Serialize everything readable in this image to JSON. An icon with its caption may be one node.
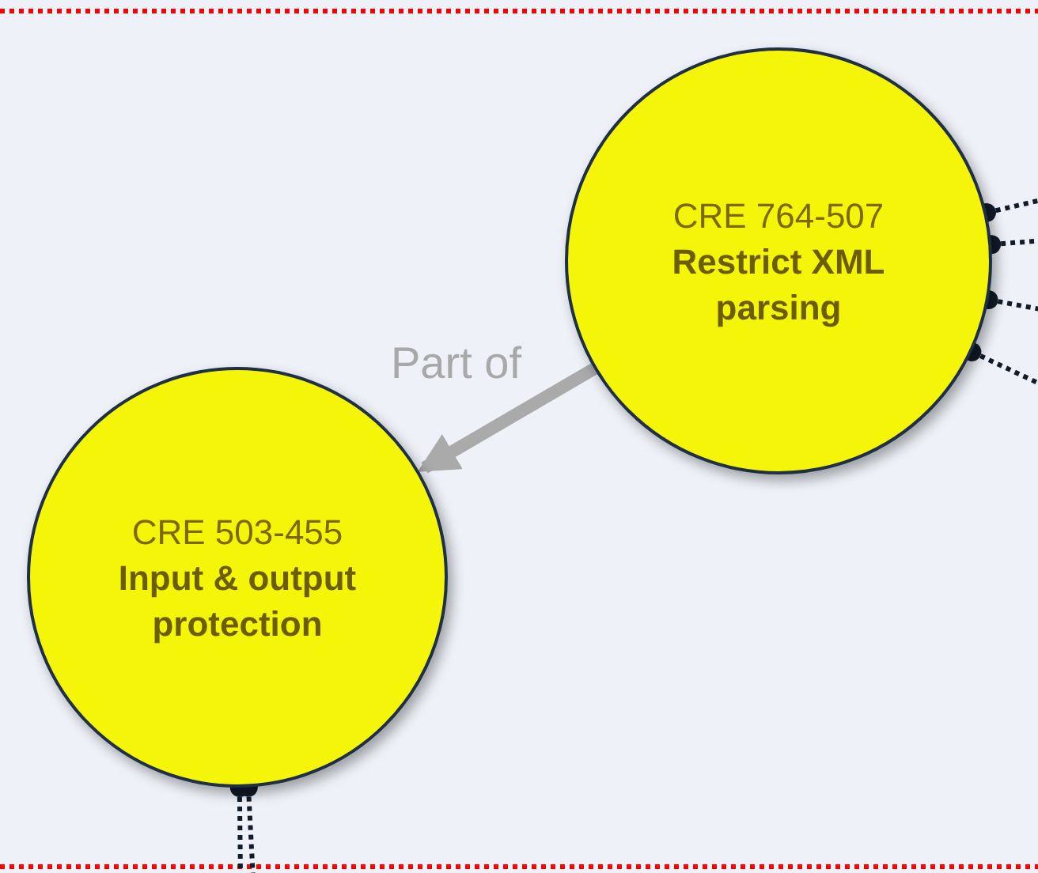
{
  "diagram": {
    "nodes": [
      {
        "text": [
          "CRE 764-507",
          "Restrict XML parsing"
        ]
      },
      {
        "text": [
          "CRE 503-455",
          "Input & output protection"
        ]
      }
    ],
    "edges": [
      {
        "from": 0,
        "to": 1,
        "arrow": "to",
        "label": "Part of",
        "style": "thick",
        "color": "#aaaaaa"
      },
      {
        "from": 0,
        "to": null,
        "arrow": "other",
        "style": "dashed"
      },
      {
        "from": 0,
        "to": null,
        "arrow": "other",
        "style": "dashed"
      },
      {
        "from": 0,
        "to": null,
        "arrow": "other",
        "style": "dashed"
      },
      {
        "from": 0,
        "to": null,
        "arrow": "other",
        "style": "dashed"
      },
      {
        "from": 1,
        "to": null,
        "arrow": "other",
        "style": "dashed"
      },
      {
        "from": 1,
        "to": null,
        "arrow": "other",
        "style": "dashed"
      }
    ]
  }
}
